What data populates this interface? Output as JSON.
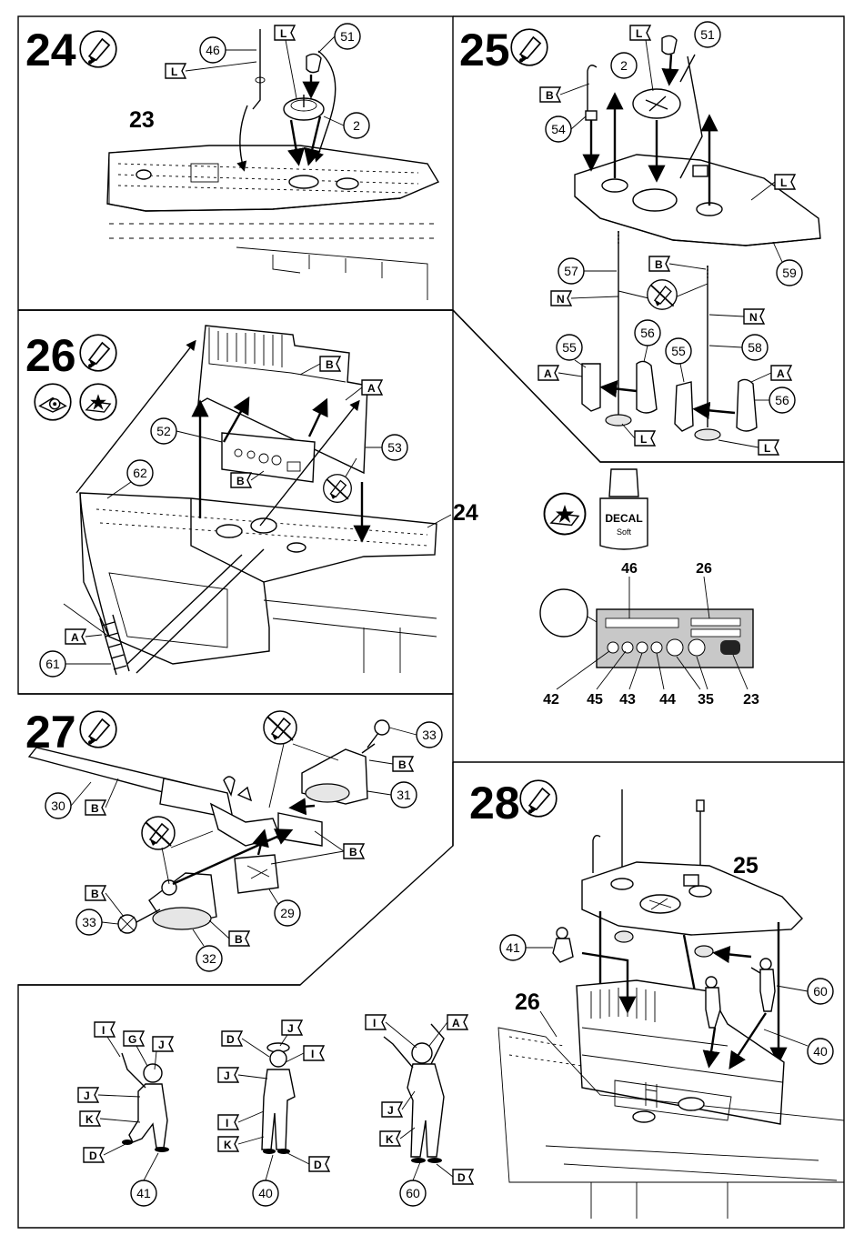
{
  "steps": {
    "s24": {
      "number": "24"
    },
    "s25": {
      "number": "25"
    },
    "s26": {
      "number": "26"
    },
    "s27": {
      "number": "27"
    },
    "s28": {
      "number": "28"
    }
  },
  "refs": {
    "r23": "23",
    "r24": "24",
    "r25": "25",
    "r26": "26"
  },
  "parts": {
    "p2a": "2",
    "p46": "46",
    "p51a": "51",
    "p2b": "2",
    "p51b": "51",
    "p54": "54",
    "p59": "59",
    "p57": "57",
    "p58": "58",
    "p55a": "55",
    "p56a": "56",
    "p55b": "55",
    "p56b": "56",
    "p52": "52",
    "p53": "53",
    "p62": "62",
    "p61": "61",
    "p30": "30",
    "p33a": "33",
    "p31": "31",
    "p29": "29",
    "p33b": "33",
    "p32": "32",
    "p41a": "41",
    "p60a": "60",
    "p40a": "40",
    "p41b": "41",
    "p40b": "40",
    "p60b": "60"
  },
  "paints": {
    "l1": "L",
    "l2": "L",
    "l3": "L",
    "l4": "L",
    "l5": "L",
    "l6": "L",
    "l7": "L",
    "b1": "B",
    "b2": "B",
    "b3": "B",
    "b4": "B",
    "b5": "B",
    "b6": "B",
    "b7": "B",
    "b8": "B",
    "b9": "B",
    "b10": "B",
    "n1": "N",
    "n2": "N",
    "a1": "A",
    "a2": "A",
    "a3": "A",
    "a4": "A",
    "a5": "A",
    "i1": "I",
    "i2": "I",
    "i3": "I",
    "i4": "I",
    "j1": "J",
    "j2": "J",
    "j3": "J",
    "j4": "J",
    "j5": "J",
    "k1": "K",
    "k2": "K",
    "k3": "K",
    "d1": "D",
    "d2": "D",
    "d3": "D",
    "d4": "D",
    "g1": "G"
  },
  "decals": {
    "top": [
      "46",
      "26"
    ],
    "bottom": [
      "42",
      "45",
      "43",
      "44",
      "35",
      "23"
    ]
  },
  "product": {
    "brand": "DECAL",
    "sub": "Soft"
  }
}
